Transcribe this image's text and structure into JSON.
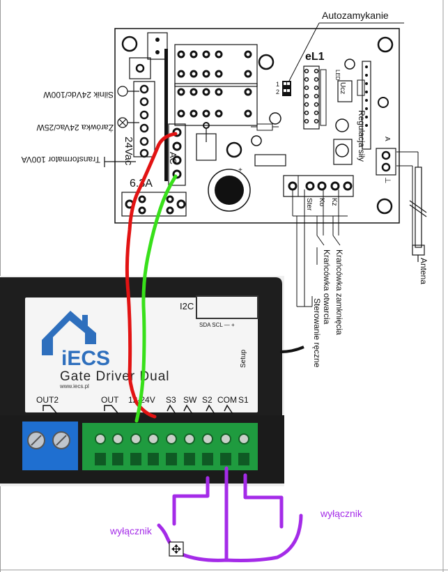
{
  "board": {
    "name": "eL1",
    "auto_close": "Autozamykanie",
    "fuse": "6.3A",
    "supply": "24Vac",
    "ac": "AC",
    "pin_a": "A",
    "pin_gnd": "⊥",
    "led": "LED",
    "ucz": "Ucz",
    "jp1": "1",
    "jp2": "2",
    "force_reg": "Regulacja siły",
    "terms": [
      "Ster",
      "Ko",
      "Kz"
    ],
    "left_labels": [
      "Silnik 24Vdc/100W",
      "Żarówka 24Vac/25W",
      "Transformator 100VA"
    ],
    "right_labels": [
      "Sterowanie ręczne",
      "Krańcówka otwarcia",
      "Krańcówka zamknięcia",
      "Antena"
    ]
  },
  "driver": {
    "brand": "iECS",
    "title": "Gate Driver Dual",
    "url": "www.iecs.pl",
    "i2c": "I2C",
    "i2c_pins": "SDA SCL  —  +",
    "setup": "Setup",
    "terminals": [
      "OUT2",
      "OUT",
      "12-24V",
      "S3",
      "SW",
      "S2",
      "COM",
      "S1"
    ]
  },
  "annotations": {
    "switch_left": "wyłącznik",
    "switch_right": "wyłącznik"
  },
  "colors": {
    "red_wire": "#e21313",
    "green_wire": "#38e01a",
    "purple_wire": "#a42be8",
    "annotation": "#a42be8"
  },
  "icons": [
    "move-cursor-icon"
  ]
}
